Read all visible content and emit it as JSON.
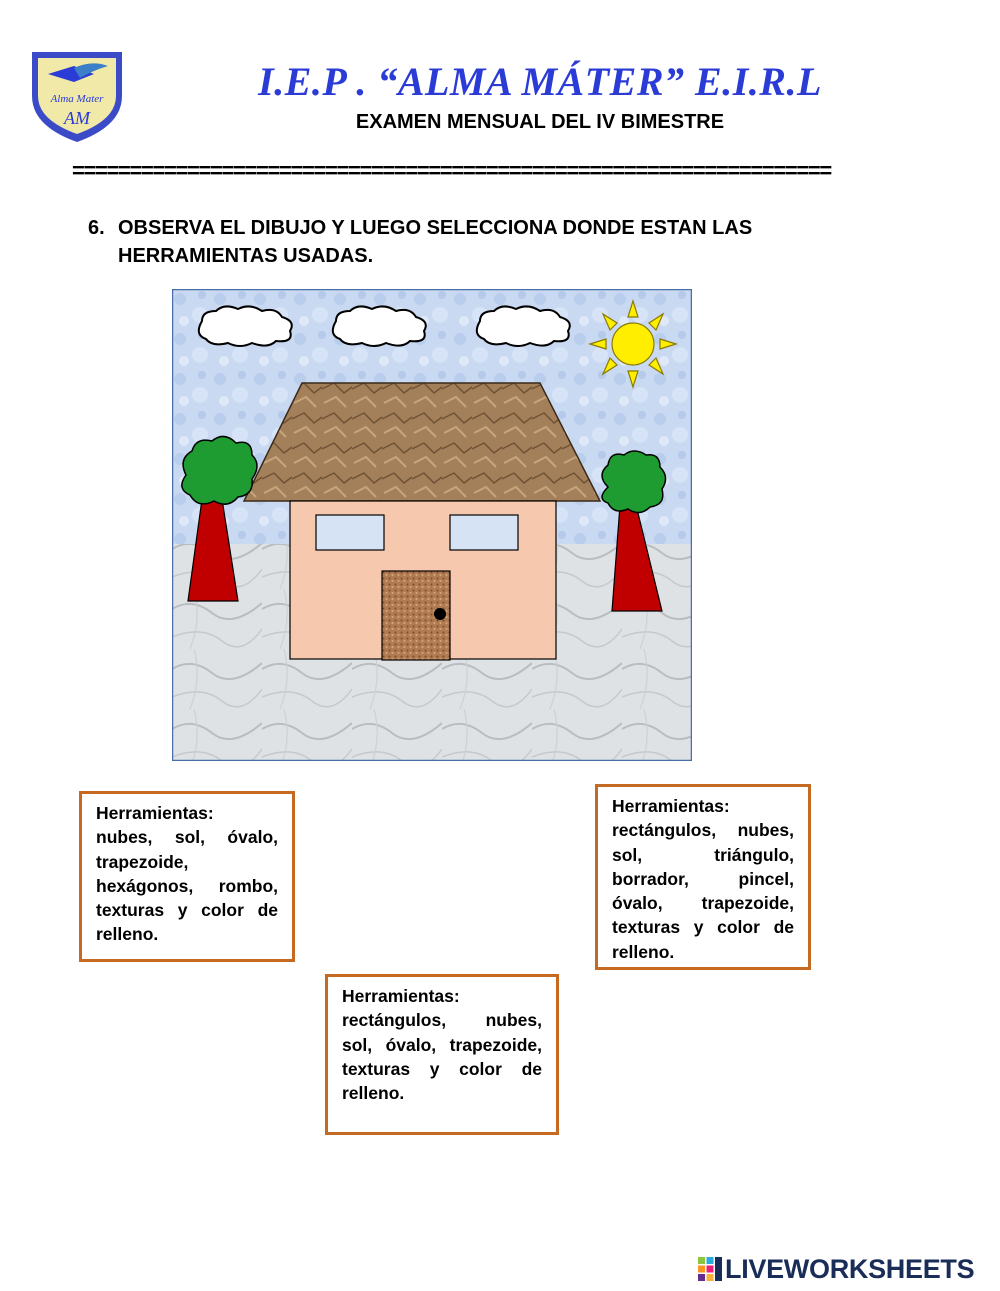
{
  "header": {
    "logo_text": "Alma Mater",
    "logo_monogram": "AM",
    "title": "I.E.P . “ALMA MÁTER” E.I.R.L",
    "subtitle": "EXAMEN MENSUAL DEL IV BIMESTRE",
    "rule": "=================================================================="
  },
  "question": {
    "number": "6.",
    "text": "OBSERVA EL DIBUJO Y LUEGO SELECCIONA DONDE ESTAN LAS HERRAMIENTAS USADAS."
  },
  "options": [
    {
      "lead": "Herramientas:",
      "text": "nubes, sol, óvalo, trapezoide, hexágonos, rombo, texturas y color de relleno."
    },
    {
      "lead": "Herramientas:",
      "text": "rectángulos, nubes, sol, triángulo, borrador, pincel, óvalo, trapezoide, texturas y color de relleno."
    },
    {
      "lead": "Herramientas:",
      "text": "rectángulos, nubes, sol, óvalo, trapezoide, texturas y color de relleno."
    }
  ],
  "footer": {
    "brand": "LIVEWORKSHEETS"
  },
  "colors": {
    "title": "#2a3bd6",
    "box_border": "#c46a23",
    "sky": "#c8d9f1",
    "ground": "#dadde0",
    "roof": "#a3805a",
    "wall": "#f6c9ae",
    "window": "#d6e3f4",
    "door": "#b07a52",
    "trunk": "#c00000",
    "foliage": "#1e9c32",
    "sun": "#ffee00"
  }
}
